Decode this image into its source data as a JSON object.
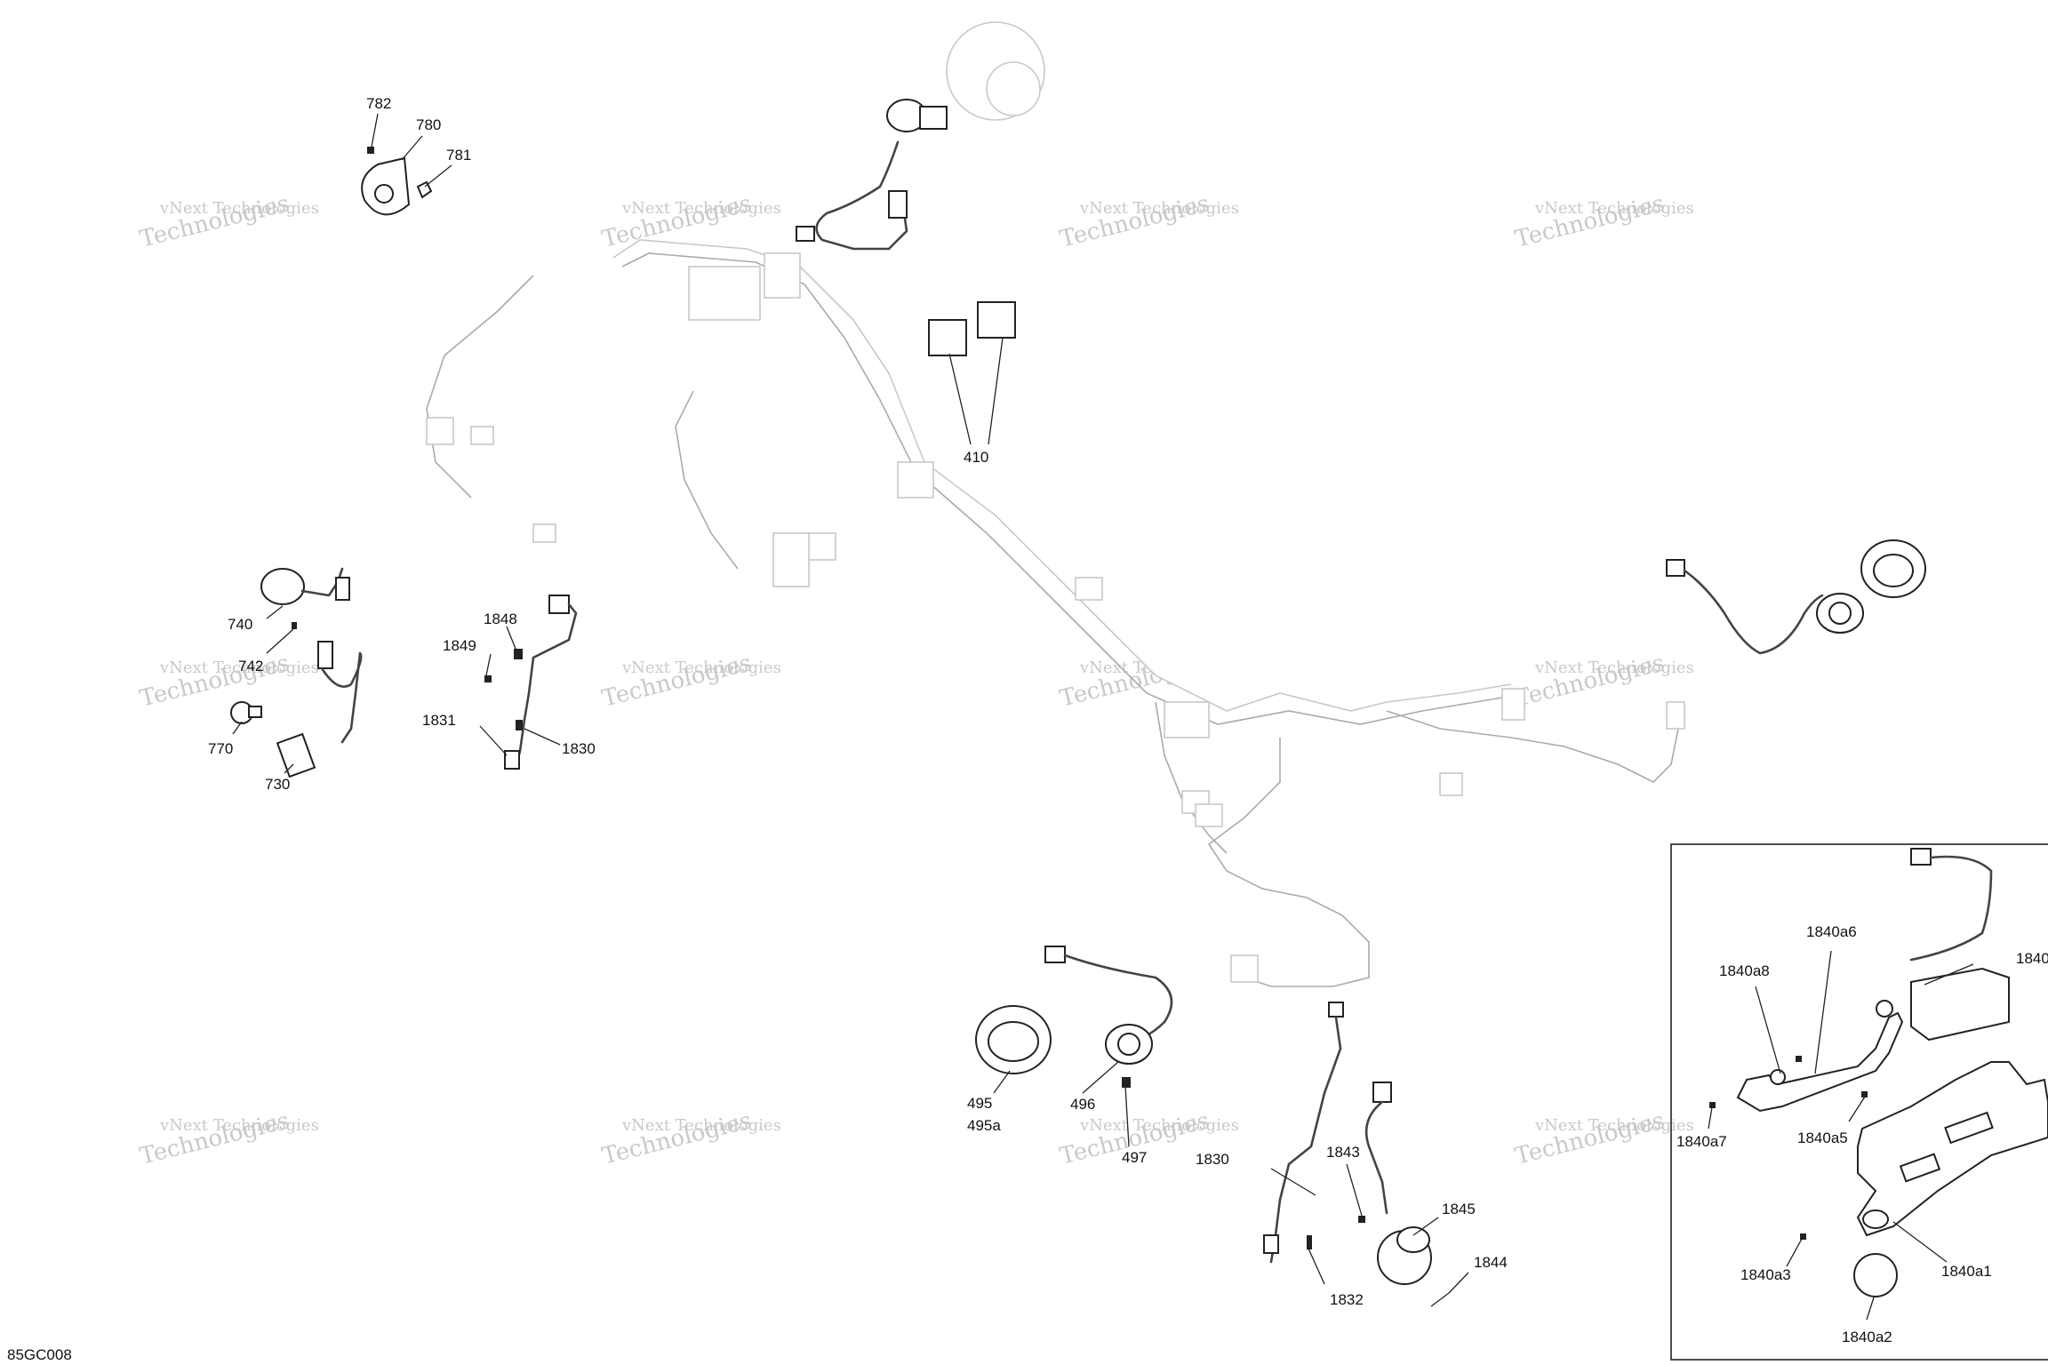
{
  "diagram_code": "85GC008",
  "watermark": {
    "line1": "vNext Technologies",
    "line2": "Technologies"
  },
  "callouts": [
    "782",
    "780",
    "781",
    "410",
    "740",
    "742",
    "770",
    "730",
    "1848",
    "1849",
    "1831",
    "1830",
    "495",
    "495a",
    "496",
    "497",
    "1830",
    "1843",
    "1845",
    "1844",
    "1832",
    "1840a8",
    "1840a6",
    "1840",
    "1840a7",
    "1840a5",
    "1840a3",
    "1840a1",
    "1840a2"
  ]
}
